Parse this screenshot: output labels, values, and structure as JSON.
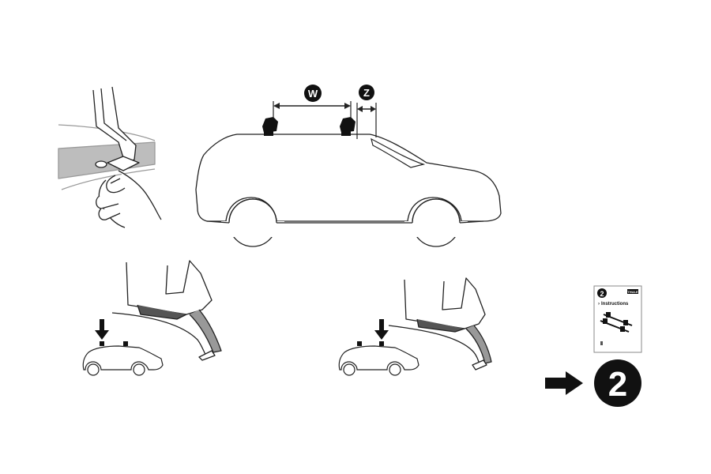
{
  "dimensions": {
    "distance_front_to_rear_foot": "W",
    "distance_rear_foot_to_windshield": "Z"
  },
  "booklet": {
    "step_number": "2",
    "title": "Instructions",
    "brand": "THULE"
  },
  "next_step": {
    "number": "2"
  }
}
